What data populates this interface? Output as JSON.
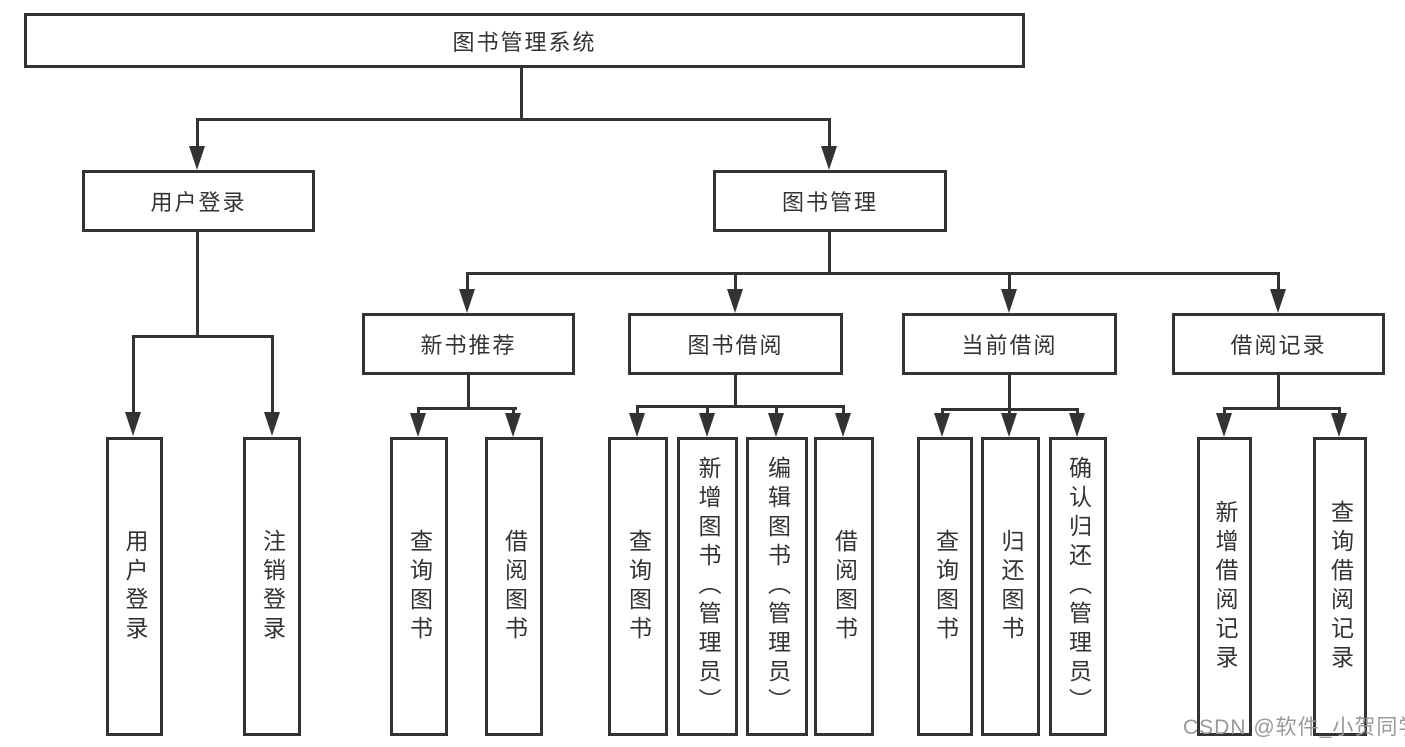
{
  "diagram": {
    "root": {
      "label": "图书管理系统"
    },
    "modules": [
      {
        "label": "用户登录"
      },
      {
        "label": "图书管理"
      }
    ],
    "submodules": [
      {
        "label": "新书推荐"
      },
      {
        "label": "图书借阅"
      },
      {
        "label": "当前借阅"
      },
      {
        "label": "借阅记录"
      }
    ],
    "leaves": {
      "user_login": [
        {
          "label": "用户登录"
        },
        {
          "label": "注销登录"
        }
      ],
      "new_book": [
        {
          "label": "查询图书"
        },
        {
          "label": "借阅图书"
        }
      ],
      "book_borrow": [
        {
          "label": "查询图书"
        },
        {
          "label": "新增图书（管理员）"
        },
        {
          "label": "编辑图书（管理员）"
        },
        {
          "label": "借阅图书"
        }
      ],
      "current_borrow": [
        {
          "label": "查询图书"
        },
        {
          "label": "归还图书"
        },
        {
          "label": "确认归还（管理员）"
        }
      ],
      "borrow_records": [
        {
          "label": "新增借阅记录"
        },
        {
          "label": "查询借阅记录"
        }
      ]
    }
  },
  "watermark": {
    "text": "CSDN @软件_小贺同学"
  },
  "colors": {
    "line": "#333333",
    "text": "#333333",
    "watermark": "#999999",
    "background": "#ffffff"
  }
}
